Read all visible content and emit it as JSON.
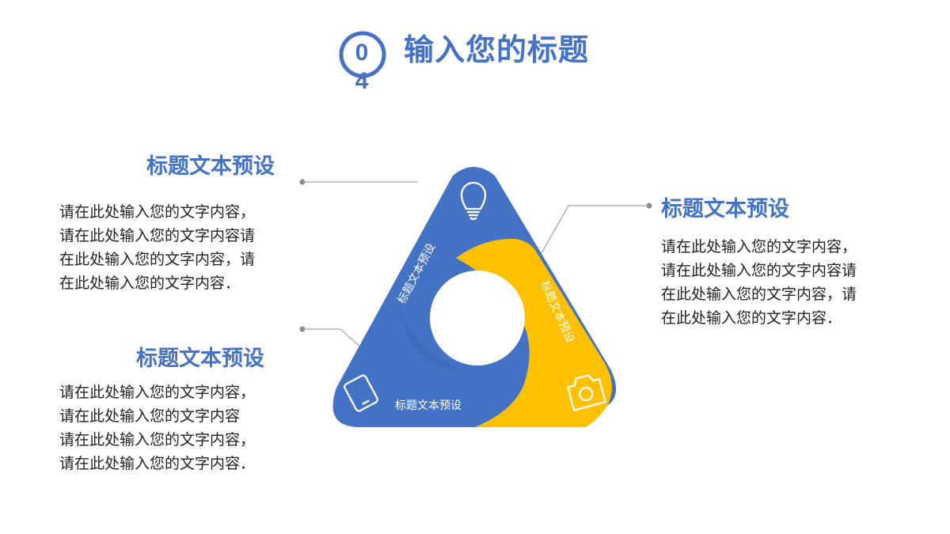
{
  "header": {
    "number_top": "0",
    "number_bottom": "4",
    "title": "输入您的标题"
  },
  "left_top": {
    "title": "标题文本预设",
    "body": "请在此处输入您的文字内容，\n请在此处输入您的文字内容请\n在此处输入您的文字内容，请\n在此处输入您的文字内容．"
  },
  "left_bottom": {
    "title": "标题文本预设",
    "body": "请在此处输入您的文字内容，\n请在此处输入您的文字内容\n请在此处输入您的文字内容，\n请在此处输入您的文字内容．"
  },
  "right": {
    "title": "标题文本预设",
    "body": "请在此处输入您的文字内容，\n请在此处输入您的文字内容请\n在此处输入您的文字内容，请\n在此处输入您的文字内容．"
  },
  "diagram": {
    "segment_left_label": "标题文本预设",
    "segment_right_label": "标题文本预设",
    "segment_bottom_label": "标题文本预设",
    "colors": {
      "blue": "#4472c4",
      "yellow": "#ffc000",
      "line": "#9e9e9e"
    },
    "icons": {
      "top": "lightbulb-icon",
      "bottom_left": "tablet-icon",
      "bottom_right": "camera-icon"
    }
  }
}
